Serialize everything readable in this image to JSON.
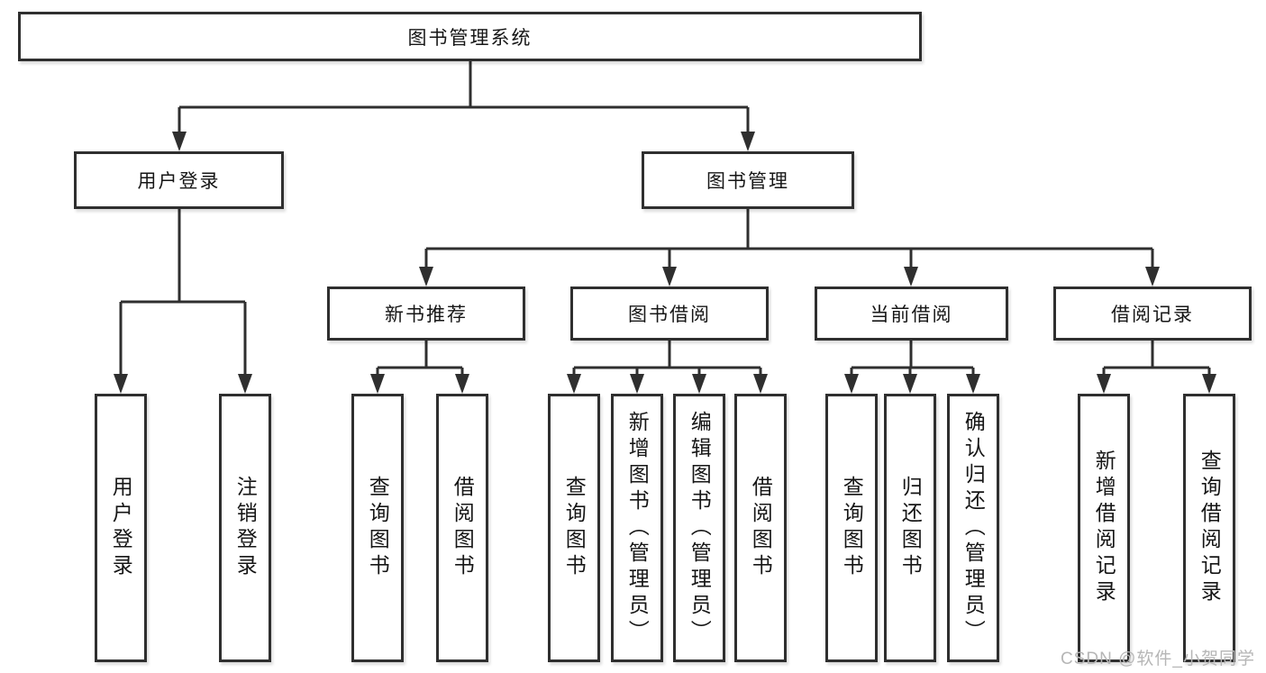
{
  "diagram_type": "hierarchy-tree",
  "colors": {
    "background": "#ffffff",
    "line": "#2f2f2f",
    "box_border": "#2f2f2f",
    "text": "#161616",
    "watermark": "#b6b6b6"
  },
  "watermark": "CSDN @软件_小贺同学",
  "tree": {
    "label": "图书管理系统",
    "children": [
      {
        "label": "用户登录",
        "children": [
          {
            "label": "用户登录"
          },
          {
            "label": "注销登录"
          }
        ]
      },
      {
        "label": "图书管理",
        "children": [
          {
            "label": "新书推荐",
            "children": [
              {
                "label": "查询图书"
              },
              {
                "label": "借阅图书"
              }
            ]
          },
          {
            "label": "图书借阅",
            "children": [
              {
                "label": "查询图书"
              },
              {
                "label": "新增图书（管理员）"
              },
              {
                "label": "编辑图书（管理员）"
              },
              {
                "label": "借阅图书"
              }
            ]
          },
          {
            "label": "当前借阅",
            "children": [
              {
                "label": "查询图书"
              },
              {
                "label": "归还图书"
              },
              {
                "label": "确认归还（管理员）"
              }
            ]
          },
          {
            "label": "借阅记录",
            "children": [
              {
                "label": "新增借阅记录"
              },
              {
                "label": "查询借阅记录"
              }
            ]
          }
        ]
      }
    ]
  }
}
